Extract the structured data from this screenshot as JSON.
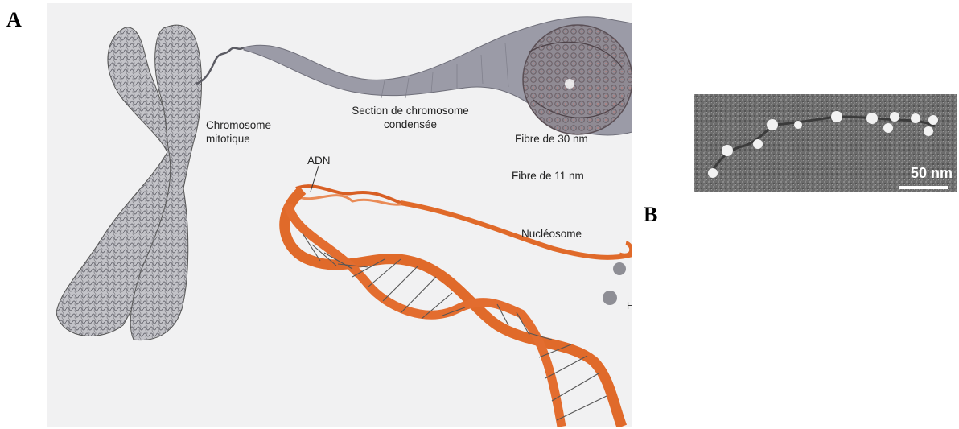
{
  "panel_labels": {
    "a": "A",
    "b": "B"
  },
  "diagram_labels": {
    "chromosome_line1": "Chromosome",
    "chromosome_line2": "mitotique",
    "section_line1": "Section de chromosome",
    "section_line2": "condensée",
    "fiber_30": "Fibre de 30 nm",
    "dna": "ADN",
    "fiber_11": "Fibre de 11 nm",
    "nucleosome": "Nucléosome",
    "histone_partial": "H"
  },
  "micrograph": {
    "scale_label": "50 nm"
  },
  "colors": {
    "chromosome": "#b9b9bf",
    "fiber": "#9a9aa6",
    "dna_strand": "#e06a2a",
    "panel_a_background": "#f1f1f2",
    "micrograph_background": "#6c6c6c"
  }
}
